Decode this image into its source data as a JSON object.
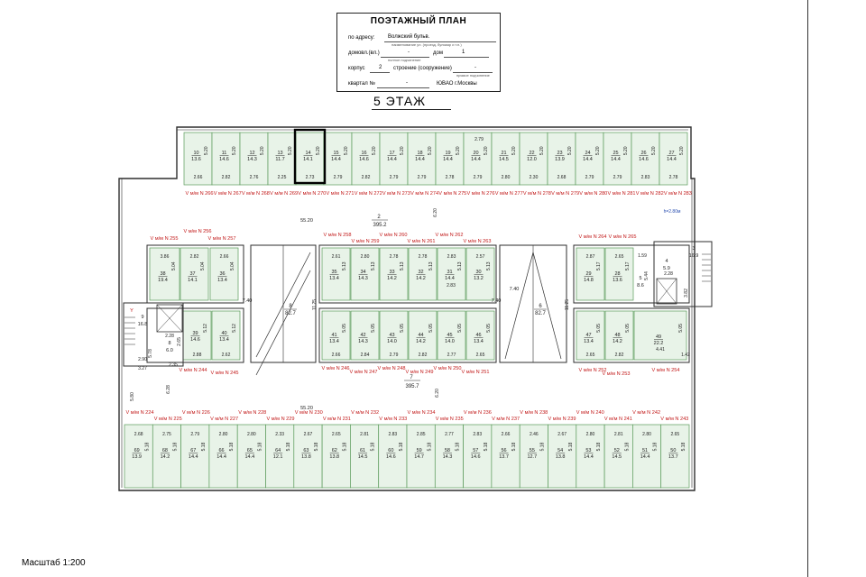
{
  "header": {
    "title": "ПОЭТАЖНЫЙ ПЛАН",
    "address_label": "по адресу:",
    "address_value": "Волжский бульв.",
    "address_note": "наименование ул. (проезд, бульвар и т.п.)",
    "house_label": "домовл.(вл.)",
    "house_value": "-",
    "house_note": "полное подчинение",
    "dom_label": "дом",
    "dom_value": "1",
    "korpus_label": "корпус",
    "korpus_value": "2",
    "stroenie_label": "строение (сооружение)",
    "stroenie_value": "-",
    "stroenie_note": "прямое подчинение",
    "kvartal_label": "квартал №",
    "kvartal_value": "-",
    "district_value": "ЮВАО г.Москвы"
  },
  "floor_label": "5  ЭТАЖ",
  "scale_label": "Масштаб 1:200",
  "colors": {
    "line": "#2e2e2e",
    "room_fill": "#e8f3e8",
    "room_stroke": "#5a9a5a",
    "red_label": "#c21818",
    "highlight": "#000000"
  },
  "plan": {
    "highlight_room": "14",
    "height_note": "h=2.80м",
    "top_rooms": [
      {
        "n": "10",
        "a": "13.6",
        "d": "5.20",
        "w": "2.66"
      },
      {
        "n": "11",
        "a": "14.6",
        "d": "5.20",
        "w": "2.82"
      },
      {
        "n": "12",
        "a": "14.3",
        "d": "5.20",
        "w": "2.76"
      },
      {
        "n": "13",
        "a": "11.7",
        "d": "5.20",
        "w": "2.25"
      },
      {
        "n": "14",
        "a": "14.1",
        "d": "5.20",
        "w": "2.73"
      },
      {
        "n": "15",
        "a": "14.4",
        "d": "5.20",
        "w": "2.79"
      },
      {
        "n": "16",
        "a": "14.6",
        "d": "5.20",
        "w": "2.82"
      },
      {
        "n": "17",
        "a": "14.4",
        "d": "5.20",
        "w": "2.79"
      },
      {
        "n": "18",
        "a": "14.4",
        "d": "5.20",
        "w": "2.79"
      },
      {
        "n": "19",
        "a": "14.4",
        "d": "5.20",
        "w": "2.78"
      },
      {
        "n": "20",
        "a": "14.4",
        "d": "5.20",
        "w": "2.79"
      },
      {
        "n": "21",
        "a": "14.5",
        "d": "5.20",
        "w": "2.80"
      },
      {
        "n": "22",
        "a": "12.0",
        "d": "5.20",
        "w": "2.30"
      },
      {
        "n": "23",
        "a": "13.9",
        "d": "5.20",
        "w": "2.68"
      },
      {
        "n": "24",
        "a": "14.4",
        "d": "5.20",
        "w": "2.79"
      },
      {
        "n": "25",
        "a": "14.4",
        "d": "5.20",
        "w": "2.79"
      },
      {
        "n": "26",
        "a": "14.6",
        "d": "5.20",
        "w": "2.83"
      },
      {
        "n": "27",
        "a": "14.4",
        "d": "5.20",
        "w": "2.78"
      }
    ],
    "top_spaces": [
      "V м/м N 266",
      "V м/м N 267",
      "V м/м N 268",
      "V м/м N 269",
      "V м/м N 270",
      "V м/м N 271",
      "V м/м N 272",
      "V м/м N 273",
      "V м/м N 274",
      "V м/м N 275",
      "V м/м N 276",
      "V м/м N 277",
      "V м/м N 278",
      "V м/м N 279",
      "V м/м N 280",
      "V м/м N 281",
      "V м/м N 282",
      "V м/м N 283"
    ],
    "mid_top_spaces_left": [
      "V м/м N 255",
      "V м/м N 256",
      "V м/м N 257"
    ],
    "mid_top_spaces_center": [
      "V м/м N 258",
      "V м/м N 259",
      "V м/м N 260",
      "V м/м N 261",
      "V м/м N 262",
      "V м/м N 263"
    ],
    "mid_top_spaces_right": [
      "V м/м N 264",
      "V м/м N 265"
    ],
    "left_upper_rooms": [
      {
        "n": "38",
        "a": "19.4",
        "d": "5.04",
        "w": "3.86"
      },
      {
        "n": "37",
        "a": "14.1",
        "d": "5.04",
        "w": "2.82"
      },
      {
        "n": "36",
        "a": "13.4",
        "d": "5.04",
        "w": "2.66"
      }
    ],
    "center_upper_rooms": [
      {
        "n": "35",
        "a": "13.4",
        "d": "5.13",
        "w": "2.61"
      },
      {
        "n": "34",
        "a": "14.3",
        "d": "5.13",
        "w": "2.80"
      },
      {
        "n": "33",
        "a": "14.2",
        "d": "5.13",
        "w": "2.78"
      },
      {
        "n": "32",
        "a": "14.2",
        "d": "5.13",
        "w": "2.78"
      },
      {
        "n": "31",
        "a": "14.4",
        "d": "5.13",
        "w": "2.83"
      },
      {
        "n": "30",
        "a": "13.2",
        "d": "5.13",
        "w": "2.57"
      }
    ],
    "right_upper_rooms": [
      {
        "n": "29",
        "a": "14.8",
        "d": "5.17",
        "w": "2.87"
      },
      {
        "n": "28",
        "a": "13.6",
        "d": "5.17",
        "w": "2.65"
      }
    ],
    "left_lower_rooms": [
      {
        "n": "39",
        "a": "14.6",
        "d": "5.12",
        "w": "2.88"
      },
      {
        "n": "40",
        "a": "13.4",
        "d": "5.12",
        "w": "2.62"
      }
    ],
    "center_lower_rooms": [
      {
        "n": "41",
        "a": "13.4",
        "d": "5.05",
        "w": "2.66"
      },
      {
        "n": "42",
        "a": "14.3",
        "d": "5.05",
        "w": "2.84"
      },
      {
        "n": "43",
        "a": "14.0",
        "d": "5.05",
        "w": "2.79"
      },
      {
        "n": "44",
        "a": "14.2",
        "d": "5.05",
        "w": "2.82"
      },
      {
        "n": "45",
        "a": "14.0",
        "d": "5.05",
        "w": "2.77"
      },
      {
        "n": "46",
        "a": "13.4",
        "d": "5.05",
        "w": "2.65"
      }
    ],
    "right_lower_rooms": [
      {
        "n": "47",
        "a": "13.4",
        "d": "5.05",
        "w": "2.65"
      },
      {
        "n": "48",
        "a": "14.2",
        "d": "5.05",
        "w": "2.82"
      },
      {
        "n": "49",
        "a": "22.2",
        "d": "5.05",
        "w": "4.41"
      }
    ],
    "mid_bottom_spaces_left": [
      "V м/м N 244",
      "V м/м N 245"
    ],
    "mid_bottom_spaces_center": [
      "V м/м N 246",
      "V м/м N 247",
      "V м/м N 248",
      "V м/м N 249",
      "V м/м N 250",
      "V м/м N 251"
    ],
    "mid_bottom_spaces_right": [
      "V м/м N 252",
      "V м/м N 253",
      "V м/м N 254"
    ],
    "bottom_spaces": [
      "V м/м N 224",
      "V м/м N 225",
      "V м/м N 226",
      "V м/м N 227",
      "V м/м N 228",
      "V м/м N 229",
      "V м/м N 230",
      "V м/м N 231",
      "V м/м N 232",
      "V м/м N 233",
      "V м/м N 234",
      "V м/м N 235",
      "V м/м N 236",
      "V м/м N 237",
      "V м/м N 238",
      "V м/м N 239",
      "V м/м N 240",
      "V м/м N 241",
      "V м/м N 242",
      "V м/м N 243"
    ],
    "bottom_rooms": [
      {
        "n": "69",
        "a": "13.9",
        "d": "5.18",
        "w": "2.68"
      },
      {
        "n": "68",
        "a": "14.2",
        "d": "5.18",
        "w": "2.75"
      },
      {
        "n": "67",
        "a": "14.4",
        "d": "5.18",
        "w": "2.79"
      },
      {
        "n": "66",
        "a": "14.4",
        "d": "5.18",
        "w": "2.80"
      },
      {
        "n": "65",
        "a": "14.4",
        "d": "5.18",
        "w": "2.80"
      },
      {
        "n": "64",
        "a": "12.1",
        "d": "5.18",
        "w": "2.33"
      },
      {
        "n": "63",
        "a": "13.8",
        "d": "5.18",
        "w": "2.67"
      },
      {
        "n": "62",
        "a": "13.8",
        "d": "5.18",
        "w": "2.65"
      },
      {
        "n": "61",
        "a": "14.5",
        "d": "5.18",
        "w": "2.81"
      },
      {
        "n": "60",
        "a": "14.6",
        "d": "5.18",
        "w": "2.83"
      },
      {
        "n": "59",
        "a": "14.7",
        "d": "5.18",
        "w": "2.85"
      },
      {
        "n": "58",
        "a": "14.3",
        "d": "5.18",
        "w": "2.77"
      },
      {
        "n": "57",
        "a": "14.6",
        "d": "5.18",
        "w": "2.83"
      },
      {
        "n": "56",
        "a": "13.7",
        "d": "5.18",
        "w": "2.66"
      },
      {
        "n": "55",
        "a": "12.7",
        "d": "5.18",
        "w": "2.46"
      },
      {
        "n": "54",
        "a": "13.8",
        "d": "5.18",
        "w": "2.67"
      },
      {
        "n": "53",
        "a": "14.4",
        "d": "5.18",
        "w": "2.80"
      },
      {
        "n": "52",
        "a": "14.5",
        "d": "5.18",
        "w": "2.81"
      },
      {
        "n": "51",
        "a": "14.4",
        "d": "5.18",
        "w": "2.80"
      },
      {
        "n": "50",
        "a": "13.7",
        "d": "5.18",
        "w": "2.65"
      }
    ],
    "ramp_left": {
      "n": "8",
      "a": "82.7",
      "w": "7.40"
    },
    "ramp_right": {
      "n": "6",
      "a": "82.7",
      "w": "7.40"
    },
    "corridor_upper": {
      "n": "2",
      "a": "395.2",
      "len": "55.20",
      "h": "6.20"
    },
    "corridor_lower": {
      "n": "7",
      "a": "395.7",
      "len": "55.20",
      "h": "6.20"
    },
    "center_width": "11.25",
    "stair_left": {
      "n": "9",
      "a": "16.8"
    },
    "stair_right": {
      "n": "3",
      "a": "16.9"
    },
    "room_left_small": {
      "n": "8",
      "a": "6.0"
    },
    "room_right_small": {
      "n": "4",
      "a": "5.9"
    },
    "room_right_small2": {
      "n": "5",
      "a": "8.6"
    },
    "dims": {
      "top_extra": "2.79",
      "right_1_59": "1.59",
      "right_2_28": "2.28",
      "right_5_44": "5.44",
      "right_3_82": "3.82",
      "right_1_42": "1.42",
      "left_2_28": "2.28",
      "left_2_65": "2.65",
      "left_5_78": "5.78",
      "left_2_90": "2.90",
      "left_3_27": "3.27",
      "left_2_35": "2.35",
      "left_5_80": "5.80",
      "left_6_28": "6.28",
      "right_2_80": "2.80",
      "center_2_83": "2.83"
    }
  }
}
